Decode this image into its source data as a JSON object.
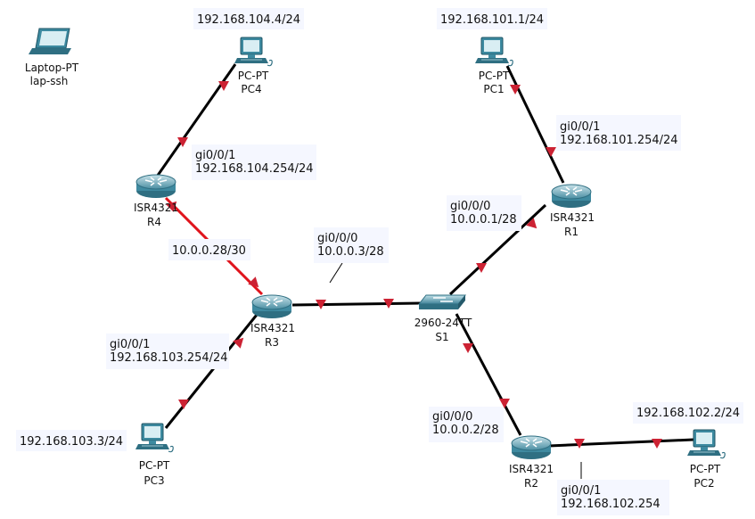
{
  "colors": {
    "link": "#000000",
    "serial_link": "#e0141c",
    "port_marker": "#cc2233",
    "label_bg": "#f5f7ff",
    "device": "#3d8aa0"
  },
  "devices": {
    "laptop": {
      "type": "Laptop-PT",
      "name": "lap-ssh",
      "icon": "laptop-icon"
    },
    "pc4": {
      "type": "PC-PT",
      "name": "PC4",
      "icon": "pc-icon"
    },
    "pc1": {
      "type": "PC-PT",
      "name": "PC1",
      "icon": "pc-icon"
    },
    "r4": {
      "type": "ISR4321",
      "name": "R4",
      "icon": "router-icon"
    },
    "r1": {
      "type": "ISR4321",
      "name": "R1",
      "icon": "router-icon"
    },
    "r3": {
      "type": "ISR4321",
      "name": "R3",
      "icon": "router-icon"
    },
    "s1": {
      "type": "2960-24TT",
      "name": "S1",
      "icon": "switch-icon"
    },
    "r2": {
      "type": "ISR4321",
      "name": "R2",
      "icon": "router-icon"
    },
    "pc3": {
      "type": "PC-PT",
      "name": "PC3",
      "icon": "pc-icon"
    },
    "pc2": {
      "type": "PC-PT",
      "name": "PC2",
      "icon": "pc-icon"
    }
  },
  "labels": {
    "pc4_ip": "192.168.104.4/24",
    "pc1_ip": "192.168.101.1/24",
    "r1_gi001_port": "gi0/0/1",
    "r1_gi001_ip": "192.168.101.254/24",
    "r4_gi001_port": "gi0/0/1",
    "r4_gi001_ip": "192.168.104.254/24",
    "r1_gi000_port": "gi0/0/0",
    "r1_gi000_ip": "10.0.0.1/28",
    "r3_gi000_port": "gi0/0/0",
    "r3_gi000_ip": "10.0.0.3/28",
    "serial_net": "10.0.0.28/30",
    "r3_gi001_port": "gi0/0/1",
    "r3_gi001_ip": "192.168.103.254/24",
    "r2_gi000_port": "gi0/0/0",
    "r2_gi000_ip": "10.0.0.2/28",
    "pc2_ip": "192.168.102.2/24",
    "pc3_ip": "192.168.103.3/24",
    "r2_gi001_port": "gi0/0/1",
    "r2_gi001_ip": "192.168.102.254"
  }
}
